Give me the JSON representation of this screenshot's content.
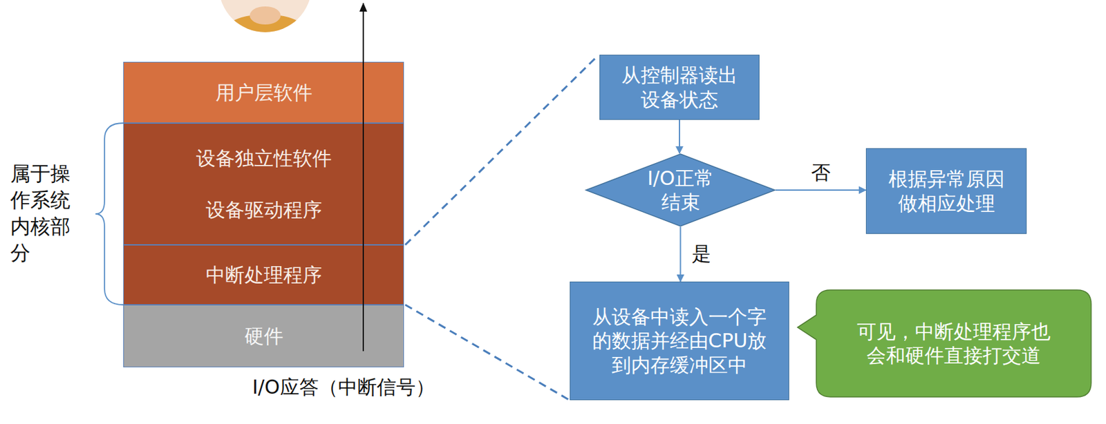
{
  "diagram": {
    "nodes": [
      {
        "text": [
          "用户层软件"
        ]
      },
      {
        "text": [
          "设备独立性软件",
          "设备驱动程序"
        ]
      },
      {
        "text": [
          "中断处理程序"
        ]
      },
      {
        "text": [
          "硬件"
        ]
      },
      {
        "text": [
          "从控制器读出设备状态"
        ]
      },
      {
        "text": [
          "I/O正常结束"
        ]
      },
      {
        "text": [
          "根据异常原因做相应处理"
        ]
      },
      {
        "text": [
          "从设备中读入一个字的数据并经由CPU放到内存缓冲区中"
        ]
      },
      {
        "text": [
          "可见，中断处理程序也会和硬件直接打交道"
        ]
      }
    ],
    "edges": [
      {
        "from": 4,
        "to": 5,
        "arrow": "to"
      },
      {
        "from": 5,
        "to": 6,
        "label": "否",
        "arrow": "to"
      },
      {
        "from": 5,
        "to": 7,
        "label": "是",
        "arrow": "to"
      }
    ],
    "labels": [
      "属于操作系统内核部分",
      "I/O应答（中断信号）"
    ]
  }
}
